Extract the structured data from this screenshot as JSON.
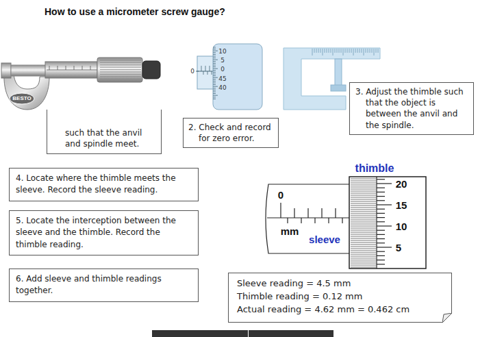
{
  "diagram": {
    "title": "How to use a micrometer screw gauge?",
    "nodes": [
      {
        "text": [
          "such that the anvil and spindle meet."
        ]
      },
      {
        "text": [
          "2. Check and record for zero error."
        ]
      },
      {
        "text": [
          "3. Adjust the thimble such that the object is between the anvil and the spindle."
        ]
      },
      {
        "text": [
          "4. Locate where the thimble meets the sleeve. Record the sleeve reading."
        ]
      },
      {
        "text": [
          "5. Locate the interception between the sleeve and the thimble. Record the thimble reading."
        ]
      },
      {
        "text": [
          "6. Add sleeve and thimble readings together."
        ]
      },
      {
        "text": [
          "Sleeve reading = 4.5 mm",
          "Thimble reading = 0.12 mm",
          "Actual reading = 4.62 mm = 0.462 cm"
        ]
      }
    ],
    "labels": [
      "BESTO",
      "10",
      "5",
      "0",
      "45",
      "40",
      "0",
      "thimble",
      "20",
      "15",
      "10",
      "5",
      "0",
      "mm",
      "sleeve"
    ]
  }
}
